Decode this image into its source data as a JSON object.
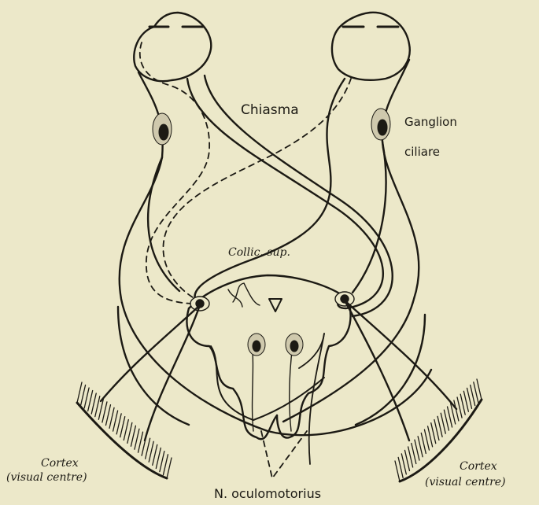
{
  "labels": {
    "chiasma": "Chiasma",
    "ganglion_line1": "Ganglion",
    "ganglion_line2": "ciliare",
    "collic": "Collic. sup.",
    "cortex_left_line1": "Cortex",
    "cortex_left_line2": "(visual centre)",
    "cortex_right_line1": "Cortex",
    "cortex_right_line2": "(visual centre)",
    "oculomotorius": "N. oculomotorius"
  },
  "colors": {
    "paper": "#ece8c9",
    "ink": "#1c1a14"
  }
}
